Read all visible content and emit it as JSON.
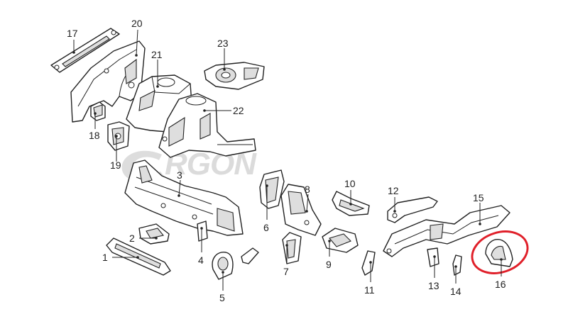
{
  "watermark": "RGON",
  "highlight_color": "#e0202a",
  "callouts": {
    "p1": "1",
    "p2": "2",
    "p3": "3",
    "p4": "4",
    "p5": "5",
    "p6": "6",
    "p7": "7",
    "p8": "8",
    "p9": "9",
    "p10": "10",
    "p11": "11",
    "p12": "12",
    "p13": "13",
    "p14": "14",
    "p15": "15",
    "p16": "16",
    "p17": "17",
    "p18": "18",
    "p19": "19",
    "p20": "20",
    "p21": "21",
    "p22": "22",
    "p23": "23"
  }
}
